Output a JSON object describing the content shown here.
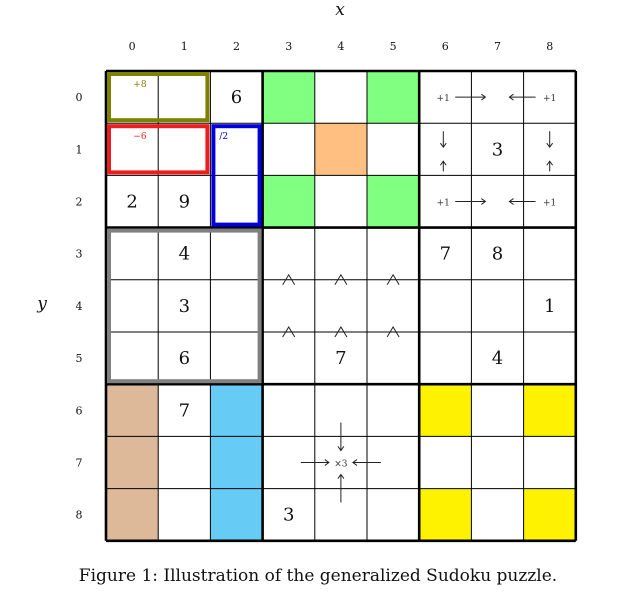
{
  "axes": {
    "x_label": "x",
    "y_label": "y"
  },
  "col_ticks": [
    "0",
    "1",
    "2",
    "3",
    "4",
    "5",
    "6",
    "7",
    "8"
  ],
  "row_ticks": [
    "0",
    "1",
    "2",
    "3",
    "4",
    "5",
    "6",
    "7",
    "8"
  ],
  "givens": [
    {
      "row": 0,
      "col": 2,
      "value": "6"
    },
    {
      "row": 1,
      "col": 7,
      "value": "3"
    },
    {
      "row": 2,
      "col": 0,
      "value": "2"
    },
    {
      "row": 2,
      "col": 1,
      "value": "9"
    },
    {
      "row": 3,
      "col": 1,
      "value": "4"
    },
    {
      "row": 3,
      "col": 6,
      "value": "7"
    },
    {
      "row": 3,
      "col": 7,
      "value": "8"
    },
    {
      "row": 4,
      "col": 1,
      "value": "3"
    },
    {
      "row": 4,
      "col": 8,
      "value": "1"
    },
    {
      "row": 5,
      "col": 1,
      "value": "6"
    },
    {
      "row": 5,
      "col": 4,
      "value": "7"
    },
    {
      "row": 5,
      "col": 7,
      "value": "4"
    },
    {
      "row": 6,
      "col": 1,
      "value": "7"
    },
    {
      "row": 8,
      "col": 3,
      "value": "3"
    }
  ],
  "colors": {
    "green": "#80ff80",
    "orange": "#ffbf80",
    "tan": "#deb999",
    "sky": "#66ccf5",
    "yellow": "#fff200",
    "olive": "#808000",
    "red": "#ee1c1c",
    "blue": "#0000dd",
    "gray": "#808080"
  },
  "shaded_cells": [
    {
      "row": 0,
      "col": 3,
      "color": "green"
    },
    {
      "row": 0,
      "col": 5,
      "color": "green"
    },
    {
      "row": 2,
      "col": 3,
      "color": "green"
    },
    {
      "row": 2,
      "col": 5,
      "color": "green"
    },
    {
      "row": 1,
      "col": 4,
      "color": "orange"
    },
    {
      "row": 6,
      "col": 0,
      "color": "tan"
    },
    {
      "row": 7,
      "col": 0,
      "color": "tan"
    },
    {
      "row": 8,
      "col": 0,
      "color": "tan"
    },
    {
      "row": 6,
      "col": 2,
      "color": "sky"
    },
    {
      "row": 7,
      "col": 2,
      "color": "sky"
    },
    {
      "row": 8,
      "col": 2,
      "color": "sky"
    },
    {
      "row": 6,
      "col": 6,
      "color": "yellow"
    },
    {
      "row": 6,
      "col": 8,
      "color": "yellow"
    },
    {
      "row": 8,
      "col": 6,
      "color": "yellow"
    },
    {
      "row": 8,
      "col": 8,
      "color": "yellow"
    }
  ],
  "cages": [
    {
      "label": "+8",
      "color": "olive",
      "r0": 0,
      "c0": 0,
      "r1": 0,
      "c1": 1
    },
    {
      "label": "−6",
      "color": "red",
      "r0": 1,
      "c0": 0,
      "r1": 1,
      "c1": 1
    },
    {
      "label": "/2",
      "color": "blue",
      "r0": 1,
      "c0": 2,
      "r1": 2,
      "c1": 2
    },
    {
      "label": "",
      "color": "gray",
      "r0": 3,
      "c0": 0,
      "r1": 5,
      "c1": 2
    }
  ],
  "corner_labels": [
    {
      "text": "+1",
      "row": 0,
      "col": 6
    },
    {
      "text": "+1",
      "row": 0,
      "col": 8
    },
    {
      "text": "+1",
      "row": 2,
      "col": 6
    },
    {
      "text": "+1",
      "row": 2,
      "col": 8
    }
  ],
  "center_label": {
    "text": "×3",
    "row": 7,
    "col": 4
  },
  "caption": "Figure 1:   Illustration of the generalized Sudoku puzzle."
}
